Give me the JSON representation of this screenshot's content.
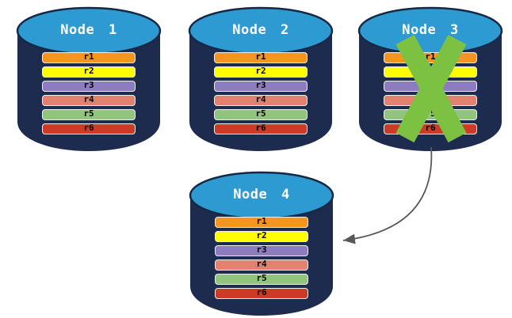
{
  "diagram": {
    "type": "database-replication-failover",
    "node_count": 4,
    "replica_count_per_node": 6
  },
  "nodes": [
    {
      "label": "Node 1",
      "failed": false
    },
    {
      "label": "Node 2",
      "failed": false
    },
    {
      "label": "Node 3",
      "failed": true
    },
    {
      "label": "Node 4",
      "failed": false
    }
  ],
  "replicas": [
    {
      "label": "r1",
      "color": "#F7941E"
    },
    {
      "label": "r2",
      "color": "#FFFE00"
    },
    {
      "label": "r3",
      "color": "#8E7CC3"
    },
    {
      "label": "r4",
      "color": "#DF8270"
    },
    {
      "label": "r5",
      "color": "#93C47D"
    },
    {
      "label": "r6",
      "color": "#CC3B26"
    }
  ],
  "icons": {
    "failure": "failure-x-icon",
    "failover": "curved-arrow-icon",
    "node_shape": "database-cylinder-icon"
  },
  "colors": {
    "cylinder_body": "#1D2C4E",
    "cylinder_top": "#2E9AD2",
    "cylinder_outline": "#152844",
    "failure_x": "#7DC142",
    "arrow": "#595959",
    "bar_border": "#EFEFEF",
    "bar_text": "#000000",
    "title_text": "#FFFFFF",
    "background": "#FFFFFF"
  }
}
